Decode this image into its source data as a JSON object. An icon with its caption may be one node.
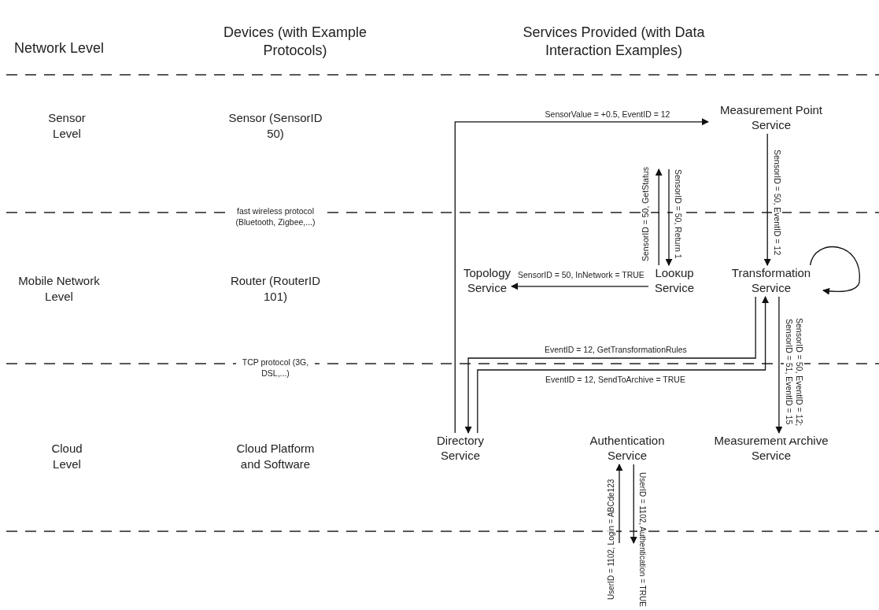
{
  "diagram": {
    "nodes": [
      {
        "text": [
          "Measurement Point Service"
        ]
      },
      {
        "text": [
          "Topology Service"
        ]
      },
      {
        "text": [
          "Lookup Service"
        ]
      },
      {
        "text": [
          "Transformation Service"
        ]
      },
      {
        "text": [
          "Directory Service"
        ]
      },
      {
        "text": [
          "Authentication Service"
        ]
      },
      {
        "text": [
          "Measurement Archive Service"
        ]
      }
    ],
    "edges": [
      {
        "from": 4,
        "to": 0,
        "arrow": "to",
        "label": "SensorValue = +0.5, EventID = 12"
      },
      {
        "from": 0,
        "to": 3,
        "arrow": "to",
        "label": "SensorID = 50, EventID = 12"
      },
      {
        "from": 2,
        "to": null,
        "arrow": "to",
        "label": "SensorID = 50, GetStatus"
      },
      {
        "from": null,
        "to": 2,
        "arrow": "to",
        "label": "SensorID = 50, Return 1"
      },
      {
        "from": 2,
        "to": 1,
        "arrow": "to",
        "label": "SensorID = 50, InNetwork = TRUE"
      },
      {
        "from": 3,
        "to": 3,
        "arrow": "to"
      },
      {
        "from": 3,
        "to": 4,
        "arrow": "to",
        "label": "EventID = 12, GetTransformationRules"
      },
      {
        "from": 4,
        "to": 3,
        "arrow": "to",
        "label": "EventID = 12, SendToArchive = TRUE"
      },
      {
        "from": 3,
        "to": 6,
        "arrow": "to",
        "label": "SensorID = 50, EventID = 12; SensorID = 51, EventID = 15"
      },
      {
        "from": null,
        "to": 5,
        "arrow": "to",
        "label": "UserID = 1102, Login = ABCde123"
      },
      {
        "from": 5,
        "to": null,
        "arrow": "to",
        "label": "UserID = 1102, Authentication = TRUE"
      }
    ],
    "labels": [
      "Network Level",
      "Devices (with Example Protocols)",
      "Services Provided (with Data Interaction Examples)",
      "Sensor Level",
      "Sensor (SensorID 50)",
      "fast wireless protocol (Bluetooth, Zigbee,...)",
      "Mobile Network Level",
      "Router (RouterID 101)",
      "TCP protocol (3G, DSL,...)",
      "Cloud Level",
      "Cloud Platform and Software"
    ]
  }
}
